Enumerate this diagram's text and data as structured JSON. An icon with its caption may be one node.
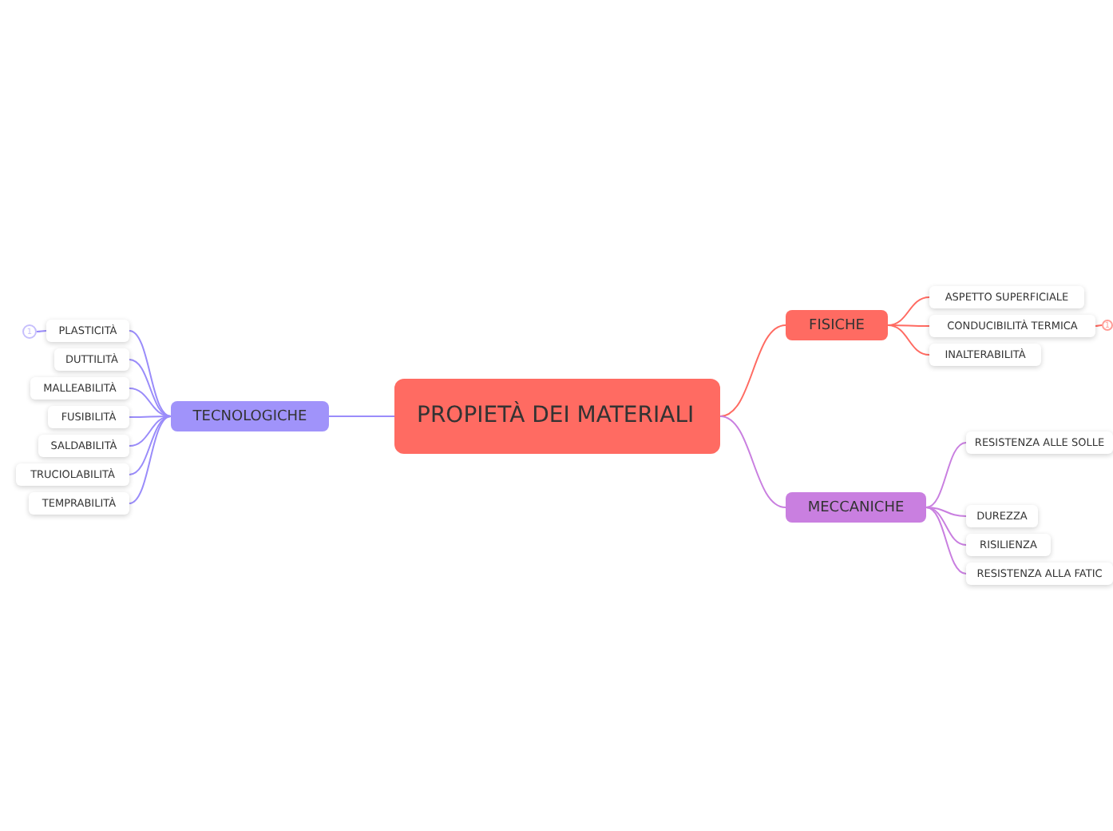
{
  "diagram": {
    "nodes": [
      {
        "text": [
          "PROPIETÀ DEI MATERIALI"
        ]
      },
      {
        "text": [
          "FISICHE"
        ]
      },
      {
        "text": [
          "ASPETTO SUPERFICIALE"
        ]
      },
      {
        "text": [
          "CONDUCIBILITÀ TERMICA"
        ]
      },
      {
        "text": [
          "1"
        ]
      },
      {
        "text": [
          "INALTERABILITÀ"
        ]
      },
      {
        "text": [
          "MECCANICHE"
        ]
      },
      {
        "text": [
          "RESISTENZA ALLE SOLLE"
        ]
      },
      {
        "text": [
          "DUREZZA"
        ]
      },
      {
        "text": [
          "RISILIENZA"
        ]
      },
      {
        "text": [
          "RESISTENZA ALLA FATIC"
        ]
      },
      {
        "text": [
          "TECNOLOGICHE"
        ]
      },
      {
        "text": [
          "1"
        ]
      },
      {
        "text": [
          "PLASTICITÀ"
        ]
      },
      {
        "text": [
          "DUTTILITÀ"
        ]
      },
      {
        "text": [
          "MALLEABILITÀ"
        ]
      },
      {
        "text": [
          "FUSIBILITÀ"
        ]
      },
      {
        "text": [
          "SALDABILITÀ"
        ]
      },
      {
        "text": [
          "TRUCIOLABILITÀ"
        ]
      },
      {
        "text": [
          "TEMPRABILITÀ"
        ]
      }
    ],
    "edges": [
      {
        "from": 0,
        "to": 1,
        "arrow": "none",
        "color": "#ff6b62"
      },
      {
        "from": 1,
        "to": 2,
        "arrow": "none",
        "color": "#ff6b62"
      },
      {
        "from": 1,
        "to": 3,
        "arrow": "none",
        "color": "#ff6b62"
      },
      {
        "from": 3,
        "to": 4,
        "arrow": "none",
        "color": "#ff6b62"
      },
      {
        "from": 1,
        "to": 5,
        "arrow": "none",
        "color": "#ff6b62"
      },
      {
        "from": 0,
        "to": 6,
        "arrow": "none"
      },
      {
        "from": 6,
        "to": 7,
        "arrow": "none"
      },
      {
        "from": 6,
        "to": 8,
        "arrow": "none"
      },
      {
        "from": 6,
        "to": 9,
        "arrow": "none"
      },
      {
        "from": 6,
        "to": 10,
        "arrow": "none"
      },
      {
        "from": 0,
        "to": 11,
        "arrow": "none",
        "color": "#9a8cfa"
      },
      {
        "from": 13,
        "to": 12,
        "arrow": "none",
        "color": "#9a8cfa"
      },
      {
        "from": 11,
        "to": 13,
        "arrow": "none",
        "color": "#9a8cfa"
      },
      {
        "from": 11,
        "to": 14,
        "arrow": "none",
        "color": "#9a8cfa"
      },
      {
        "from": 11,
        "to": 15,
        "arrow": "none",
        "color": "#9a8cfa"
      },
      {
        "from": 11,
        "to": 16,
        "arrow": "none",
        "color": "#9a8cfa"
      },
      {
        "from": 11,
        "to": 17,
        "arrow": "none",
        "color": "#9a8cfa"
      },
      {
        "from": 11,
        "to": 18,
        "arrow": "none",
        "color": "#9a8cfa"
      },
      {
        "from": 11,
        "to": 19,
        "arrow": "none",
        "color": "#9a8cfa"
      }
    ]
  }
}
